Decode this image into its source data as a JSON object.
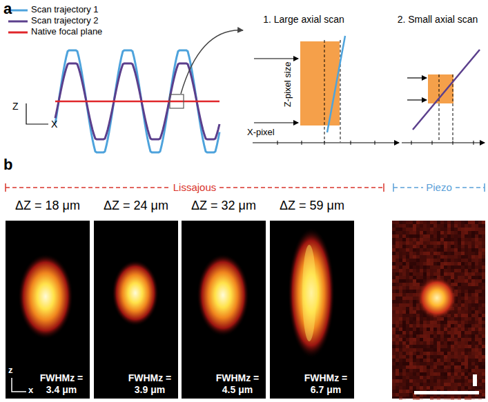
{
  "diagram": {
    "nodes": [
      {
        "text": [
          "FWHMz = 3.4 μm"
        ]
      },
      {
        "text": [
          "FWHMz = 3.9 μm"
        ]
      },
      {
        "text": [
          "FWHMz = 4.5 μm"
        ]
      },
      {
        "text": [
          "FWHMz = 6.7 μm"
        ]
      }
    ],
    "labels": [
      "a",
      "Z",
      "X",
      "1. Large axial scan",
      "2. Small axial scan",
      "Z-pixel size",
      "X-pixel",
      "b",
      "Lissajous",
      "Piezo",
      "ΔZ = 18 μm",
      "ΔZ = 24 μm",
      "ΔZ = 32 μm",
      "ΔZ = 59 μm",
      "z",
      "x"
    ],
    "legend": [
      {
        "text": "Scan trajectory 1"
      },
      {
        "text": "Scan trajectory 2"
      },
      {
        "text": "Native focal plane"
      }
    ]
  }
}
